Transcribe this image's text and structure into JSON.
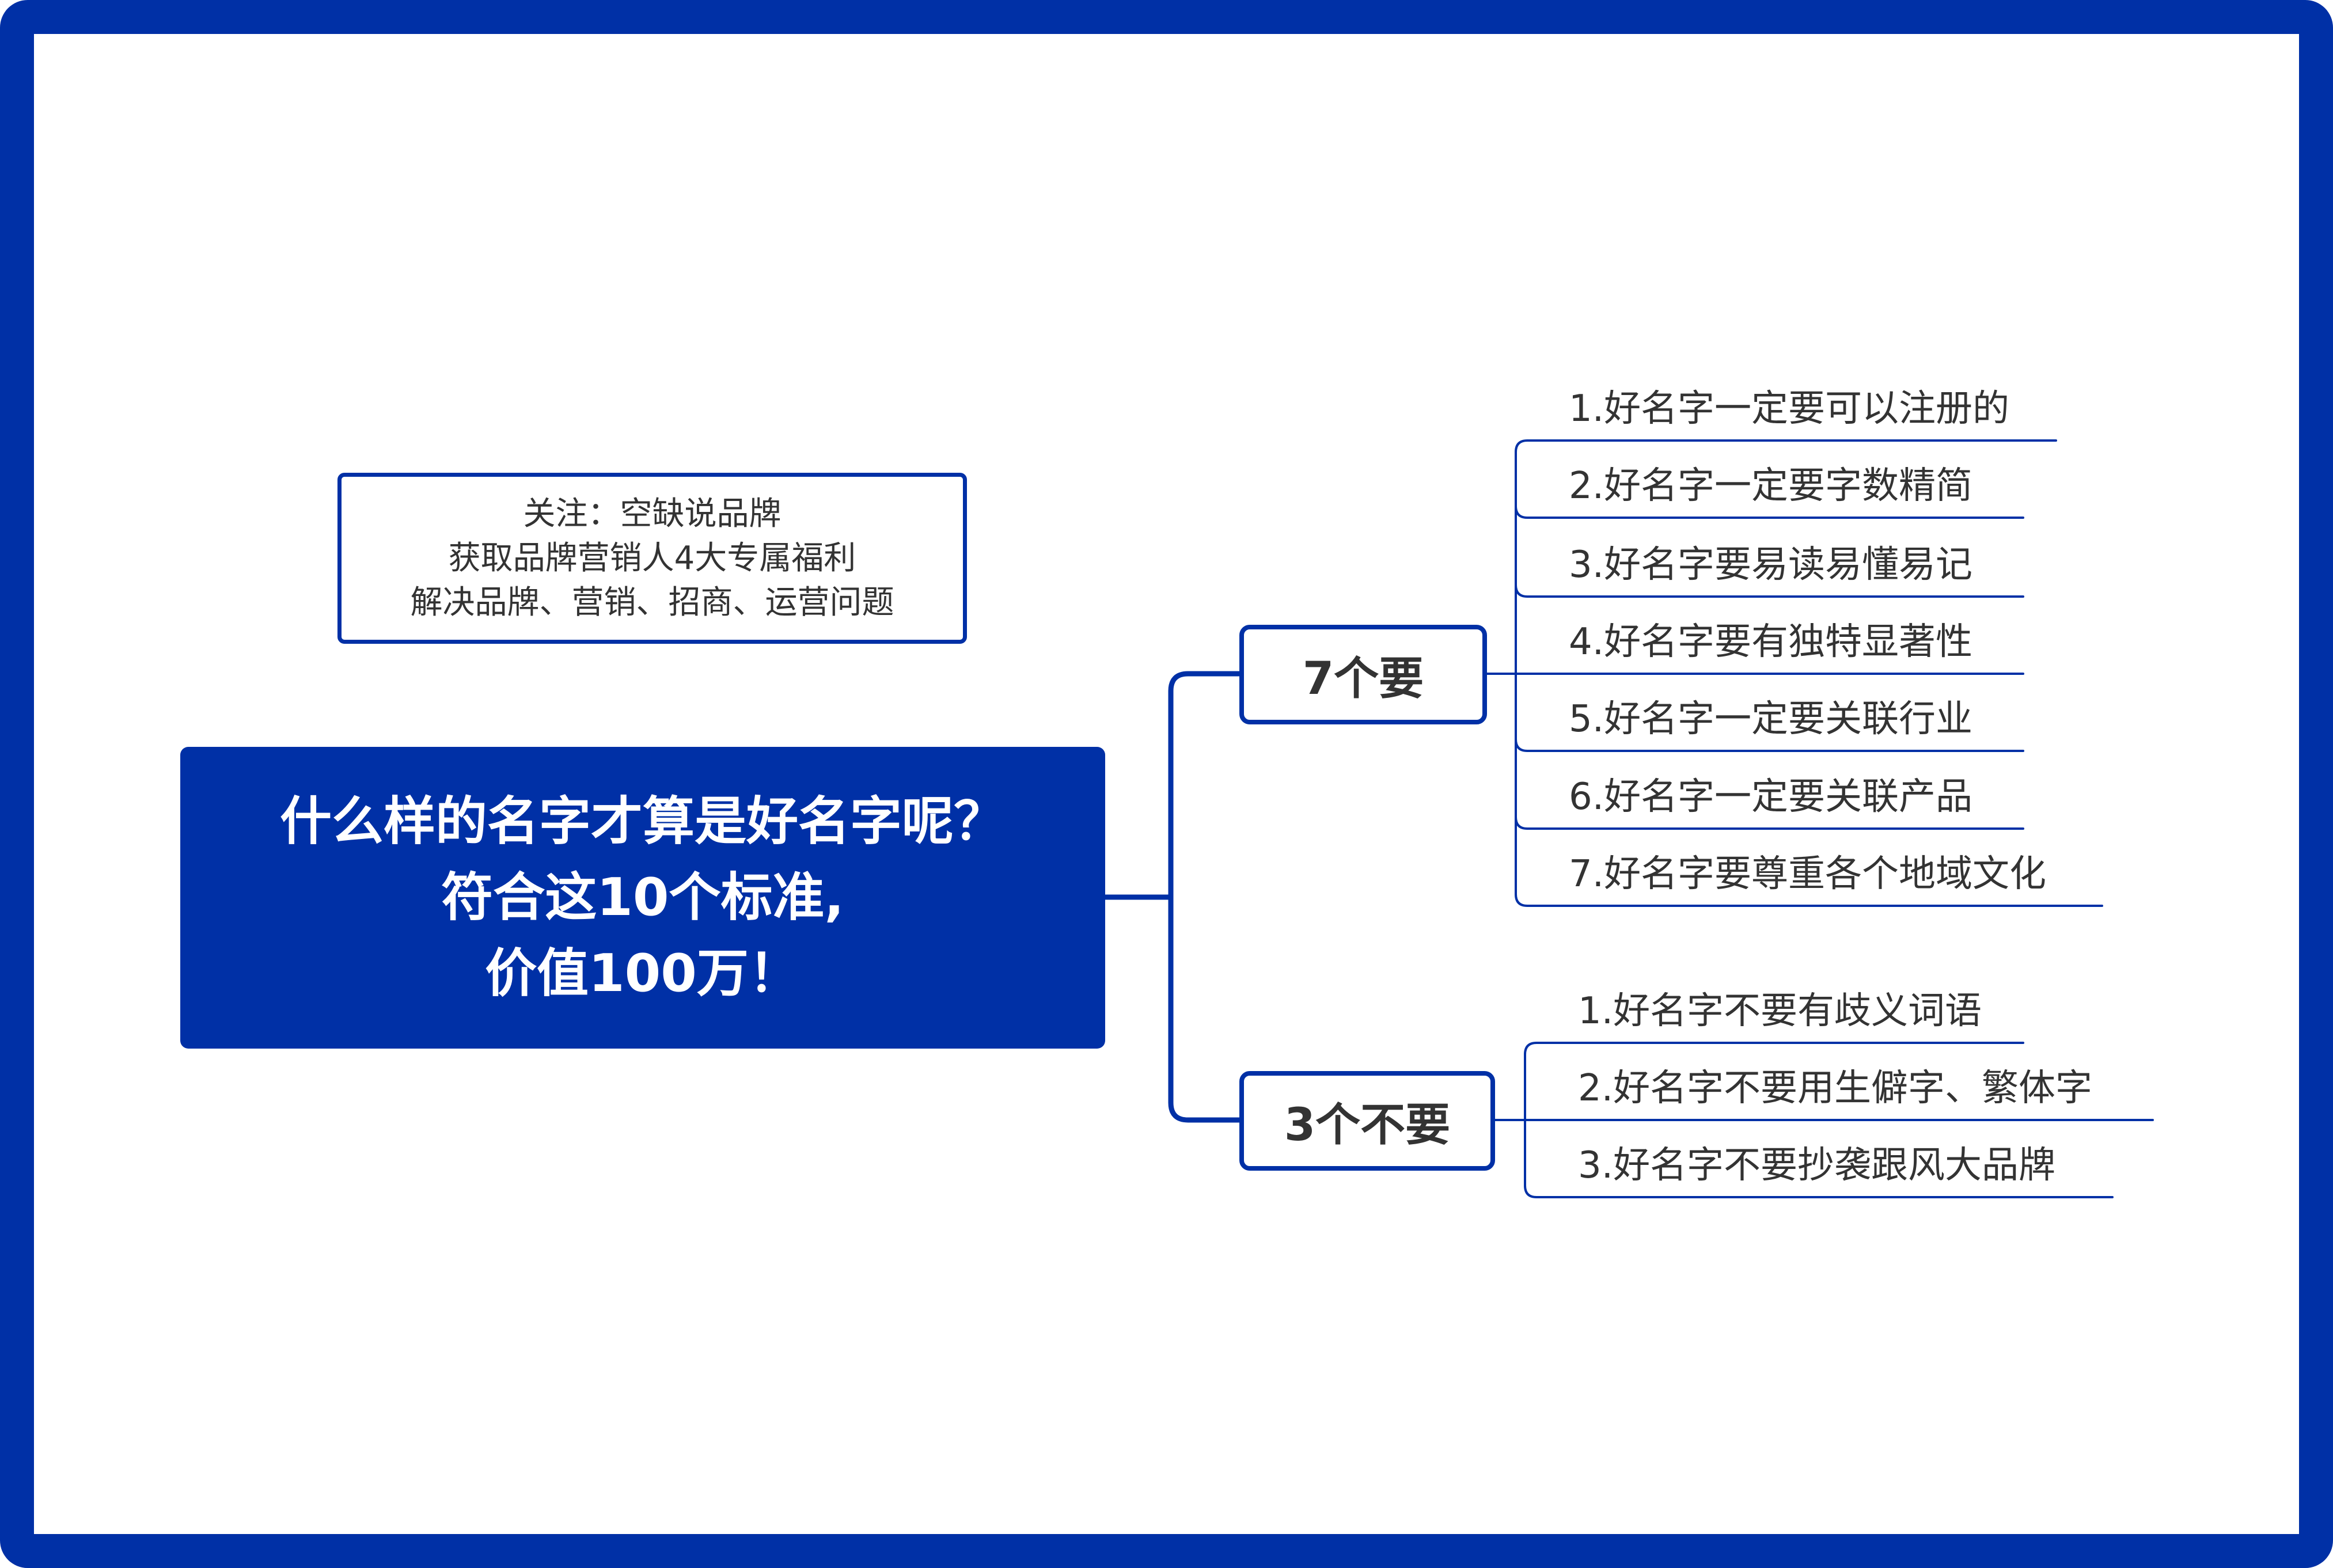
{
  "colors": {
    "primary_blue": "#0030a6",
    "text_dark": "#333333",
    "background": "#ffffff"
  },
  "callout": {
    "lines": [
      "关注：空缺说品牌",
      "获取品牌营销人4大专属福利",
      "解决品牌、营销、招商、运营问题"
    ]
  },
  "root": {
    "lines": [
      "什么样的名字才算是好名字呢？",
      "符合这10个标准,",
      "价值100万！"
    ]
  },
  "branches": [
    {
      "label": "7个要",
      "items": [
        "1.好名字一定要可以注册的",
        "2.好名字一定要字数精简",
        "3.好名字要易读易懂易记",
        "4.好名字要有独特显著性",
        "5.好名字一定要关联行业",
        "6.好名字一定要关联产品",
        "7.好名字要尊重各个地域文化"
      ]
    },
    {
      "label": "3个不要",
      "items": [
        "1.好名字不要有歧义词语",
        "2.好名字不要用生僻字、繁体字",
        "3.好名字不要抄袭跟风大品牌"
      ]
    }
  ]
}
